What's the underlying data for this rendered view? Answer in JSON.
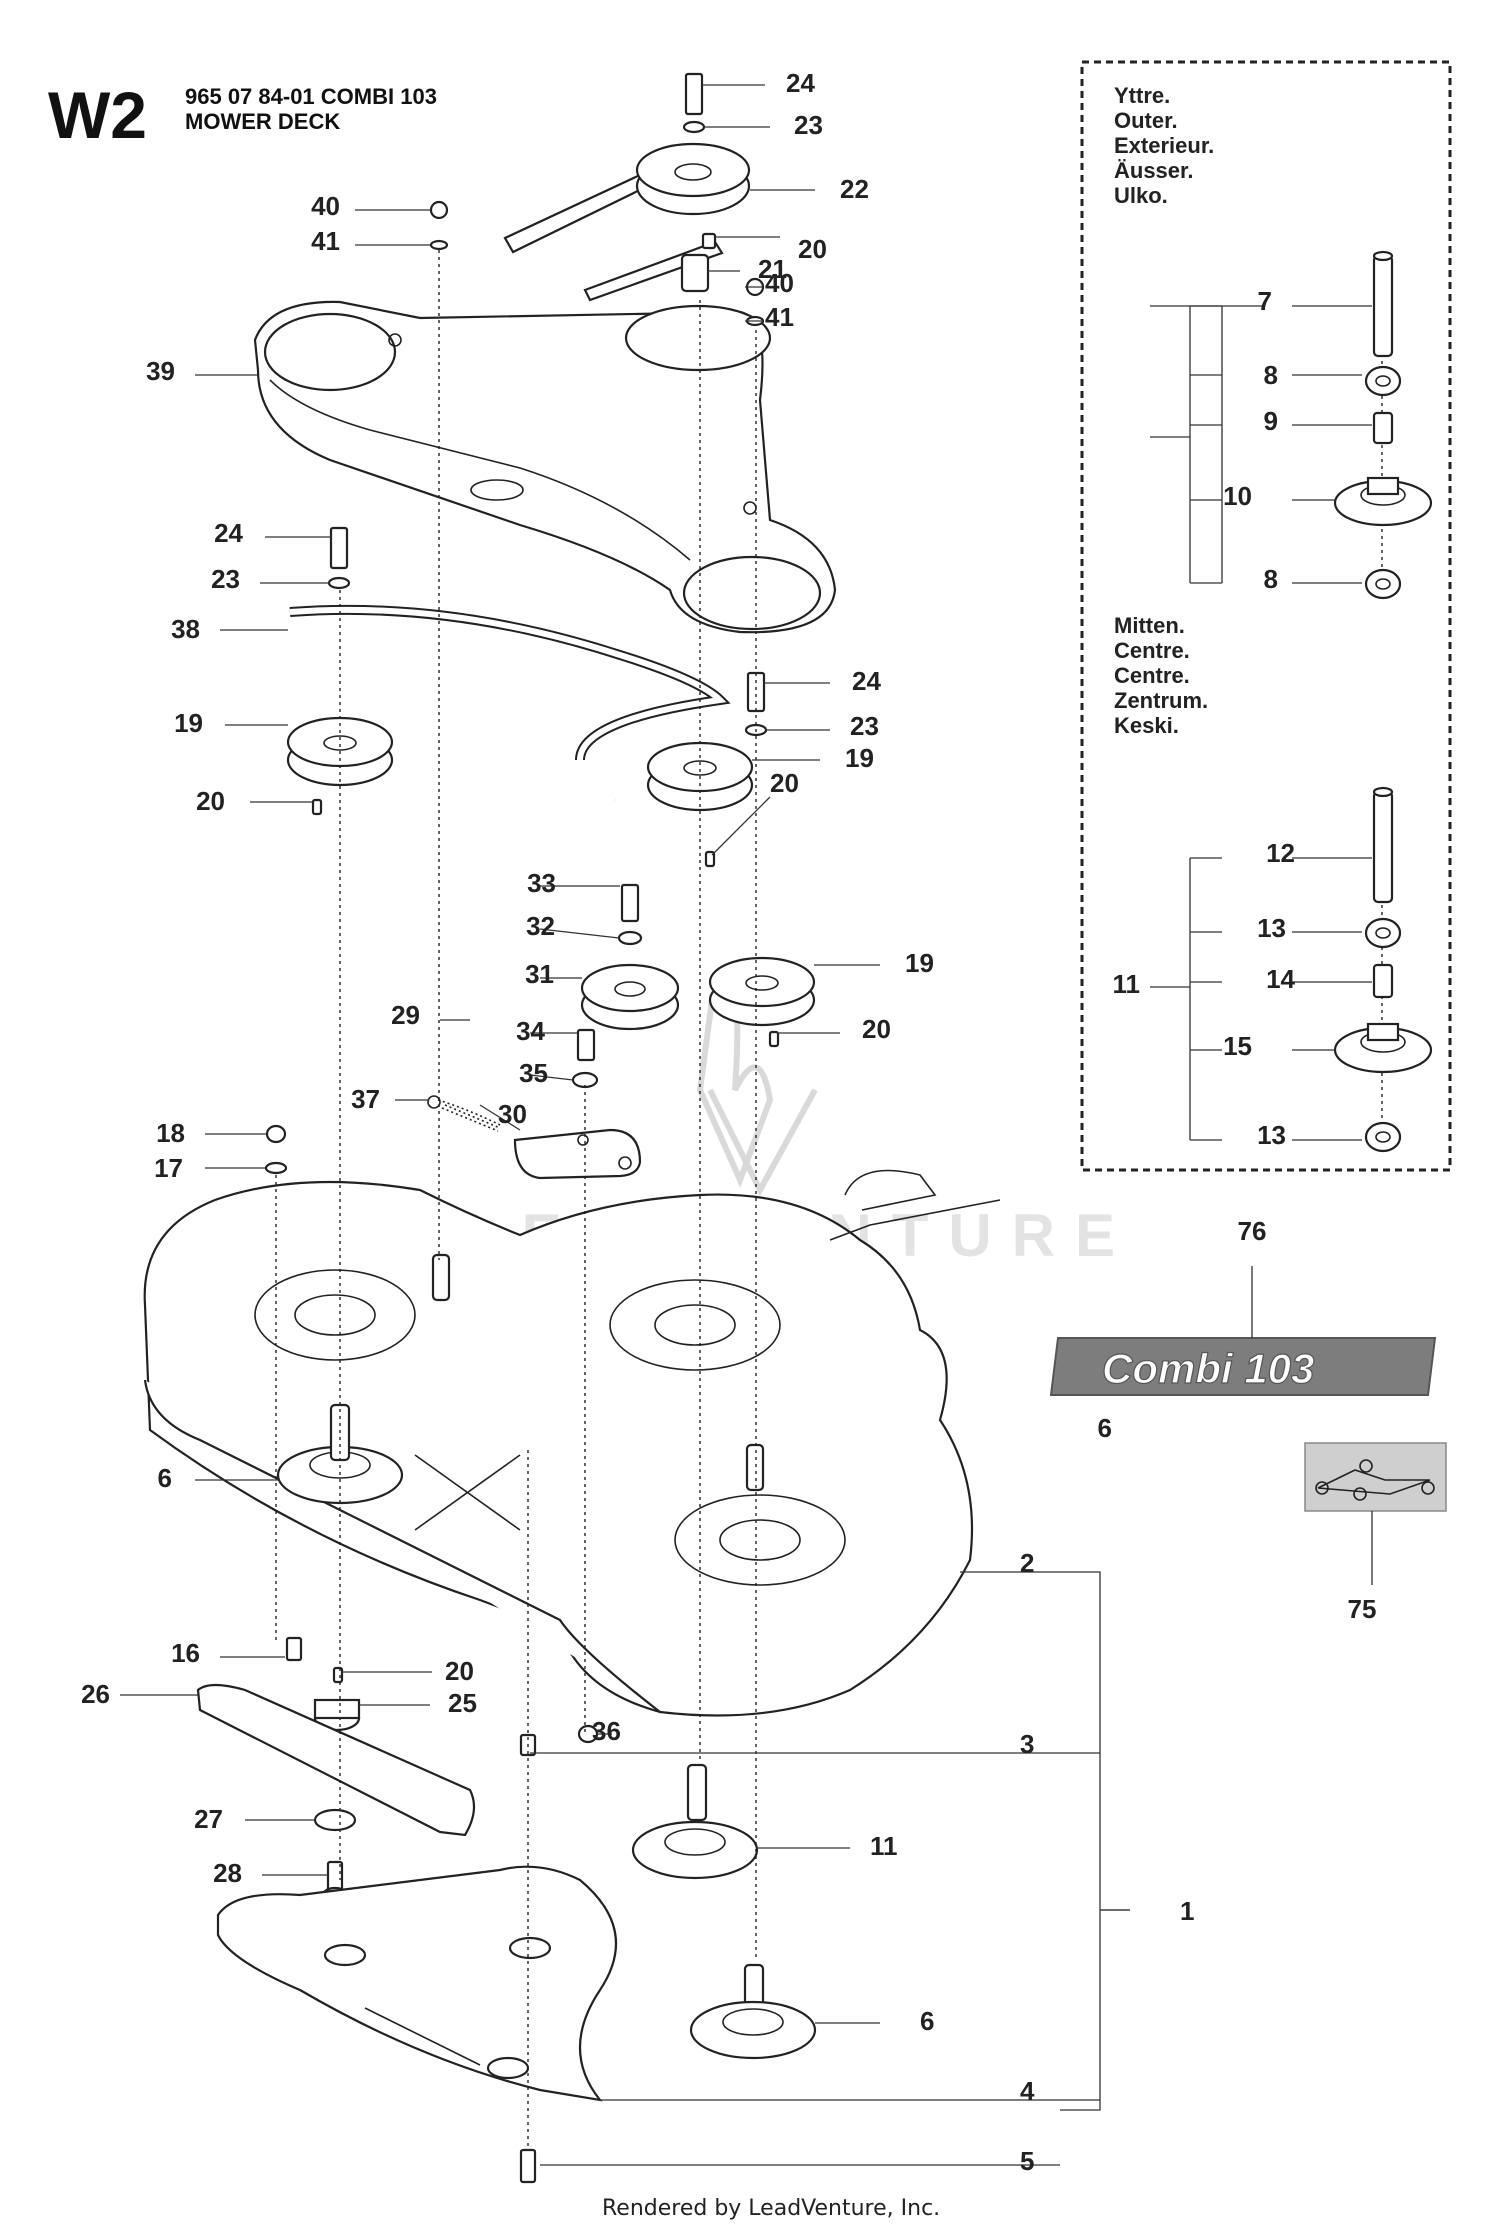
{
  "header": {
    "code": "W2",
    "part_number": "965 07 84-01 COMBI 103",
    "section": "MOWER DECK"
  },
  "inset": {
    "outer_terms": [
      "Yttre.",
      "Outer.",
      "Exterieur.",
      "Äusser.",
      "Ulko."
    ],
    "center_terms": [
      "Mitten.",
      "Centre.",
      "Centre.",
      "Zentrum.",
      "Keski."
    ]
  },
  "badge": {
    "text": "Combi 103"
  },
  "callouts": [
    "1",
    "2",
    "3",
    "4",
    "5",
    "6",
    "6",
    "6",
    "7",
    "8",
    "8",
    "9",
    "10",
    "11",
    "11",
    "12",
    "13",
    "13",
    "14",
    "15",
    "16",
    "17",
    "18",
    "19",
    "19",
    "19",
    "20",
    "20",
    "20",
    "20",
    "20",
    "21",
    "22",
    "23",
    "23",
    "23",
    "24",
    "24",
    "24",
    "25",
    "26",
    "27",
    "28",
    "29",
    "30",
    "31",
    "32",
    "33",
    "34",
    "35",
    "36",
    "37",
    "38",
    "39",
    "40",
    "40",
    "41",
    "41",
    "75",
    "76"
  ],
  "footer": "Rendered by LeadVenture, Inc.",
  "watermark": "LEADVENTURE"
}
